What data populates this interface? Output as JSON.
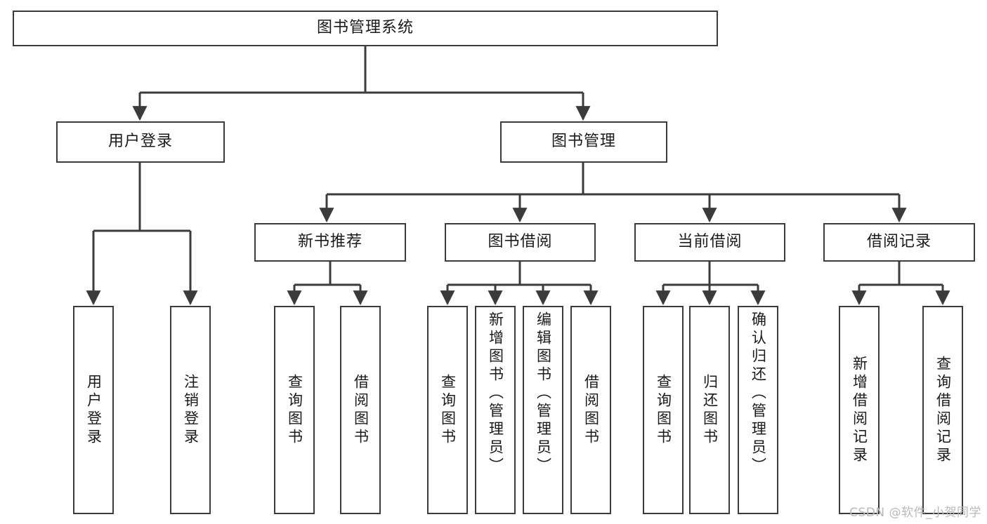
{
  "diagram": {
    "title": "图书管理系统",
    "type": "tree-hierarchy",
    "root": {
      "label": "图书管理系统"
    },
    "level2": [
      {
        "id": "user-login",
        "label": "用户登录"
      },
      {
        "id": "book-management",
        "label": "图书管理"
      }
    ],
    "level3": [
      {
        "id": "new-book-recommend",
        "label": "新书推荐",
        "parent": "book-management"
      },
      {
        "id": "book-borrow",
        "label": "图书借阅",
        "parent": "book-management"
      },
      {
        "id": "current-borrow",
        "label": "当前借阅",
        "parent": "book-management"
      },
      {
        "id": "borrow-record",
        "label": "借阅记录",
        "parent": "book-management"
      }
    ],
    "leaves": [
      {
        "id": "leaf-user-login",
        "label": "用户登录",
        "parent": "user-login"
      },
      {
        "id": "leaf-user-logout",
        "label": "注销登录",
        "parent": "user-login"
      },
      {
        "id": "leaf-query-book-1",
        "label": "查询图书",
        "parent": "new-book-recommend"
      },
      {
        "id": "leaf-borrow-book-1",
        "label": "借阅图书",
        "parent": "new-book-recommend"
      },
      {
        "id": "leaf-query-book-2",
        "label": "查询图书",
        "parent": "book-borrow"
      },
      {
        "id": "leaf-add-book",
        "label": "新增图书（管理员）",
        "parent": "book-borrow"
      },
      {
        "id": "leaf-edit-book",
        "label": "编辑图书（管理员）",
        "parent": "book-borrow"
      },
      {
        "id": "leaf-borrow-book-2",
        "label": "借阅图书",
        "parent": "book-borrow"
      },
      {
        "id": "leaf-query-book-3",
        "label": "查询图书",
        "parent": "current-borrow"
      },
      {
        "id": "leaf-return-book",
        "label": "归还图书",
        "parent": "current-borrow"
      },
      {
        "id": "leaf-confirm-return",
        "label": "确认归还（管理员）",
        "parent": "current-borrow"
      },
      {
        "id": "leaf-add-record",
        "label": "新增借阅记录",
        "parent": "borrow-record"
      },
      {
        "id": "leaf-query-record",
        "label": "查询借阅记录",
        "parent": "borrow-record"
      }
    ]
  },
  "watermark": {
    "text": "CSDN @软件_小贺同学"
  },
  "colors": {
    "stroke": "#3b3b3b",
    "background": "#ffffff",
    "text": "#1a1a1a",
    "watermark": "#b9b9b9"
  }
}
